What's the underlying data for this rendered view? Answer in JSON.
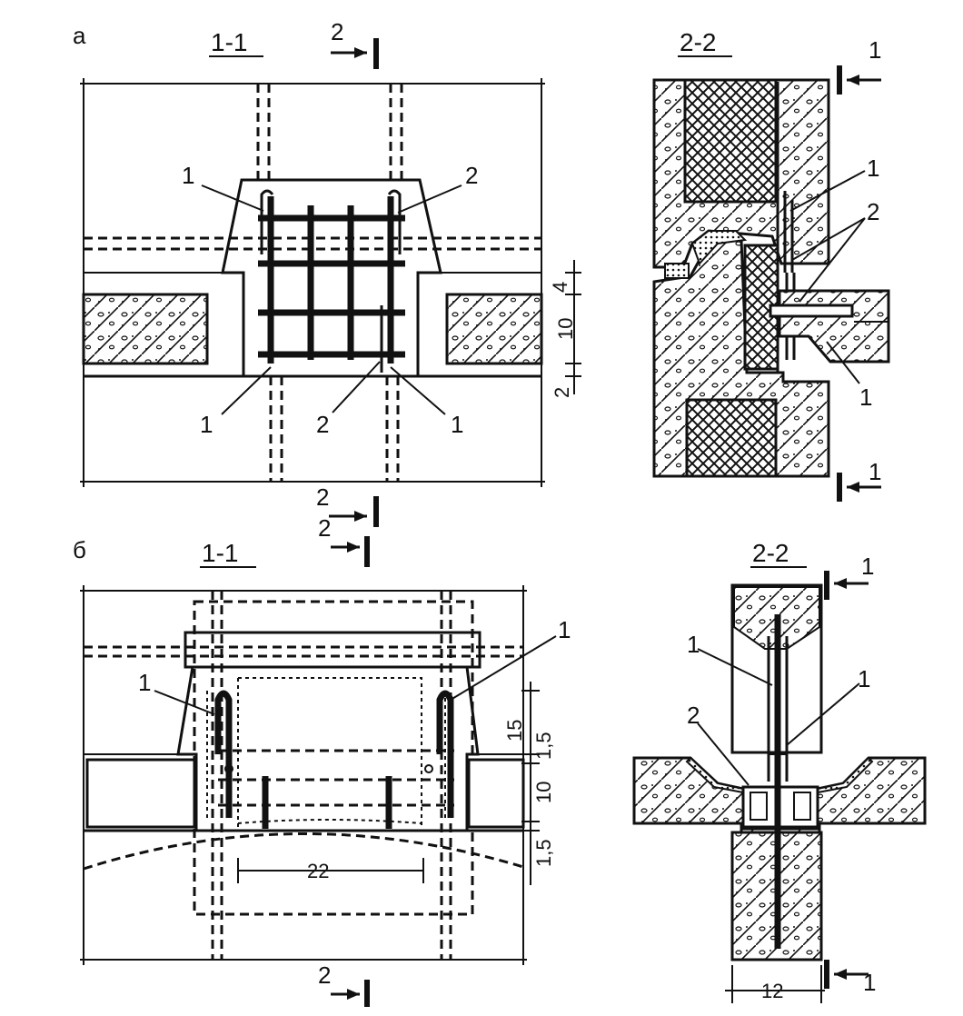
{
  "panels": {
    "a": {
      "letter": "а",
      "section_1": "1-1",
      "section_2": "2-2",
      "cut_marker_top": "2",
      "cut_marker_bottom": "2",
      "cut_marker_right_top": "1",
      "cut_marker_right_bottom": "1",
      "callouts_left": [
        "1",
        "2",
        "1",
        "2",
        "1"
      ],
      "callouts_right": [
        "1",
        "2",
        "1"
      ],
      "dims": [
        "4",
        "10",
        "2"
      ]
    },
    "b": {
      "letter": "б",
      "section_1": "1-1",
      "section_2": "2-2",
      "cut_marker_top": "2",
      "cut_marker_bottom": "2",
      "cut_marker_right_top": "1",
      "cut_marker_right_bottom": "1",
      "callouts_left": [
        "1",
        "1"
      ],
      "callouts_right": [
        "1",
        "2",
        "1"
      ],
      "dims": [
        "15",
        "1,5",
        "10",
        "1,5",
        "22",
        "12"
      ]
    }
  }
}
